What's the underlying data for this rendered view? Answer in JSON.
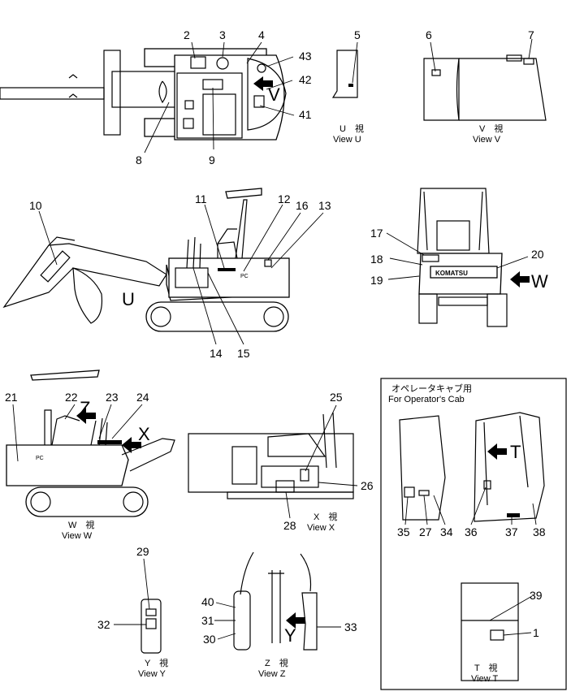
{
  "callouts": [
    "1",
    "2",
    "3",
    "4",
    "5",
    "6",
    "7",
    "8",
    "9",
    "10",
    "11",
    "12",
    "13",
    "14",
    "15",
    "16",
    "17",
    "18",
    "19",
    "20",
    "21",
    "22",
    "23",
    "24",
    "25",
    "26",
    "27",
    "28",
    "29",
    "30",
    "31",
    "32",
    "33",
    "34",
    "35",
    "36",
    "37",
    "38",
    "39",
    "40",
    "41",
    "42",
    "43"
  ],
  "view_letters": {
    "u": "U",
    "v": "V",
    "w": "W",
    "x": "X",
    "y": "Y",
    "z": "Z",
    "t": "T"
  },
  "captions": {
    "view_u": {
      "jp": "U　視",
      "en": "View  U"
    },
    "view_v": {
      "jp": "V　視",
      "en": "View  V"
    },
    "view_w": {
      "jp": "W　視",
      "en": "View  W"
    },
    "view_x": {
      "jp": "X　視",
      "en": "View  X"
    },
    "view_y": {
      "jp": "Y　視",
      "en": "View  Y"
    },
    "view_z": {
      "jp": "Z　視",
      "en": "View  Z"
    },
    "view_t": {
      "jp": "T　視",
      "en": "View  T"
    }
  },
  "cab_box": {
    "title_jp": "オペレータキャブ用",
    "title_en": "For Operator's Cab"
  },
  "brand_plate": "KOMATSU",
  "model_mark": "PC"
}
